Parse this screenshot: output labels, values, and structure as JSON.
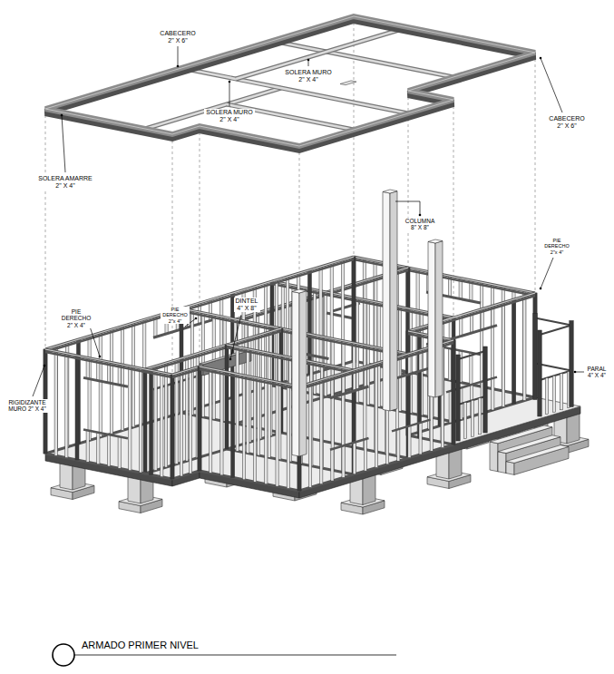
{
  "diagram": {
    "title": "ARMADO PRIMER NIVEL",
    "labels": [
      "CABECERO 2\" X 6\"",
      "SOLERA MURO 2\" X 4\"",
      "SOLERA MURO 2\" X 4\"",
      "CABECERO 2\" X 6\"",
      "SOLERA AMARRE 2\" X 4\"",
      "COLUMNA 8\" X 8\"",
      "PIE DERECHO 2\"x 4\"",
      "DINTEL 4\" X 8\"",
      "PIE DERECHO 2\" X 4\"",
      "PIE DERECHO 2\"x 4\"",
      "PARAL 4\" X 4\"",
      "RIGIDIZANTE MURO 2\" X 4\""
    ]
  }
}
